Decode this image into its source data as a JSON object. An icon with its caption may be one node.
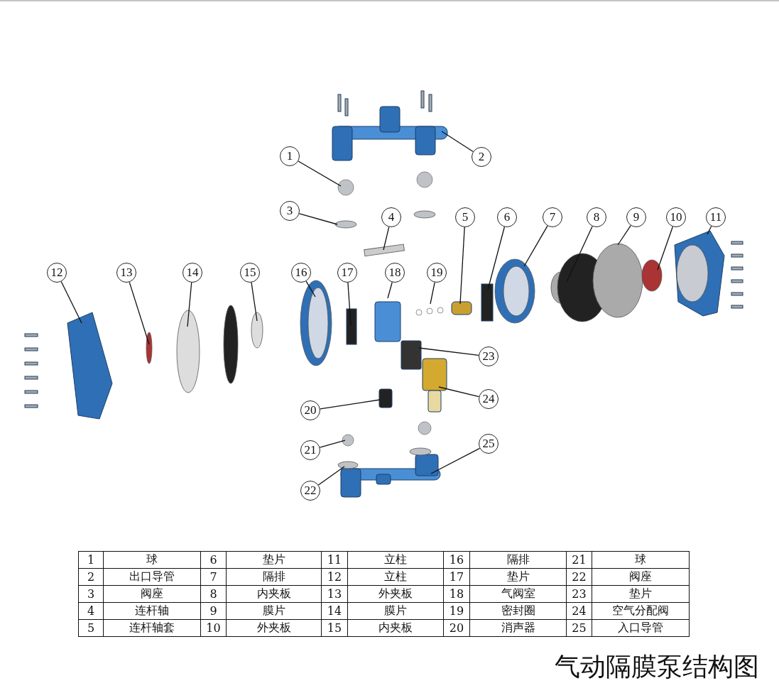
{
  "diagram": {
    "caption": "气动隔膜泵结构图",
    "nodes": [
      {
        "text": [
          "1"
        ]
      },
      {
        "text": [
          "2"
        ]
      },
      {
        "text": [
          "3"
        ]
      },
      {
        "text": [
          "4"
        ]
      },
      {
        "text": [
          "5"
        ]
      },
      {
        "text": [
          "6"
        ]
      },
      {
        "text": [
          "7"
        ]
      },
      {
        "text": [
          "8"
        ]
      },
      {
        "text": [
          "9"
        ]
      },
      {
        "text": [
          "10"
        ]
      },
      {
        "text": [
          "11"
        ]
      },
      {
        "text": [
          "12"
        ]
      },
      {
        "text": [
          "13"
        ]
      },
      {
        "text": [
          "14"
        ]
      },
      {
        "text": [
          "15"
        ]
      },
      {
        "text": [
          "16"
        ]
      },
      {
        "text": [
          "17"
        ]
      },
      {
        "text": [
          "18"
        ]
      },
      {
        "text": [
          "19"
        ]
      },
      {
        "text": [
          "20"
        ]
      },
      {
        "text": [
          "21"
        ]
      },
      {
        "text": [
          "22"
        ]
      },
      {
        "text": [
          "23"
        ]
      },
      {
        "text": [
          "24"
        ]
      },
      {
        "text": [
          "25"
        ]
      }
    ],
    "edges": [
      {
        "from": 0,
        "to": null,
        "arrow": "none"
      },
      {
        "from": 1,
        "to": null,
        "arrow": "none"
      },
      {
        "from": 2,
        "to": null,
        "arrow": "none"
      },
      {
        "from": 3,
        "to": null,
        "arrow": "none"
      },
      {
        "from": 4,
        "to": null,
        "arrow": "none"
      },
      {
        "from": 5,
        "to": null,
        "arrow": "none"
      },
      {
        "from": 6,
        "to": null,
        "arrow": "none"
      },
      {
        "from": 7,
        "to": null,
        "arrow": "none"
      },
      {
        "from": 8,
        "to": null,
        "arrow": "none"
      },
      {
        "from": 9,
        "to": null,
        "arrow": "none"
      },
      {
        "from": 10,
        "to": null,
        "arrow": "none"
      },
      {
        "from": 11,
        "to": null,
        "arrow": "none"
      },
      {
        "from": 12,
        "to": null,
        "arrow": "none"
      },
      {
        "from": 13,
        "to": null,
        "arrow": "none"
      },
      {
        "from": 14,
        "to": null,
        "arrow": "none"
      },
      {
        "from": 15,
        "to": null,
        "arrow": "none"
      },
      {
        "from": 16,
        "to": null,
        "arrow": "none"
      },
      {
        "from": 17,
        "to": null,
        "arrow": "none"
      },
      {
        "from": 18,
        "to": null,
        "arrow": "none"
      },
      {
        "from": 19,
        "to": null,
        "arrow": "none"
      },
      {
        "from": 20,
        "to": null,
        "arrow": "none"
      },
      {
        "from": 21,
        "to": null,
        "arrow": "none"
      },
      {
        "from": 22,
        "to": null,
        "arrow": "none"
      },
      {
        "from": 23,
        "to": null,
        "arrow": "none"
      },
      {
        "from": 24,
        "to": null,
        "arrow": "none"
      }
    ],
    "labels": [
      "1",
      "球",
      "6",
      "垫片",
      "11",
      "立柱",
      "16",
      "隔排",
      "21",
      "球",
      "2",
      "出口导管",
      "7",
      "隔排",
      "12",
      "立柱",
      "17",
      "垫片",
      "22",
      "阀座",
      "3",
      "阀座",
      "8",
      "内夹板",
      "13",
      "外夹板",
      "18",
      "气阀室",
      "23",
      "垫片",
      "4",
      "连杆轴",
      "9",
      "膜片",
      "14",
      "膜片",
      "19",
      "密封圈",
      "24",
      "空气分配阀",
      "5",
      "连杆轴套",
      "10",
      "外夹板",
      "15",
      "内夹板",
      "20",
      "消声器",
      "25",
      "入口导管"
    ]
  }
}
